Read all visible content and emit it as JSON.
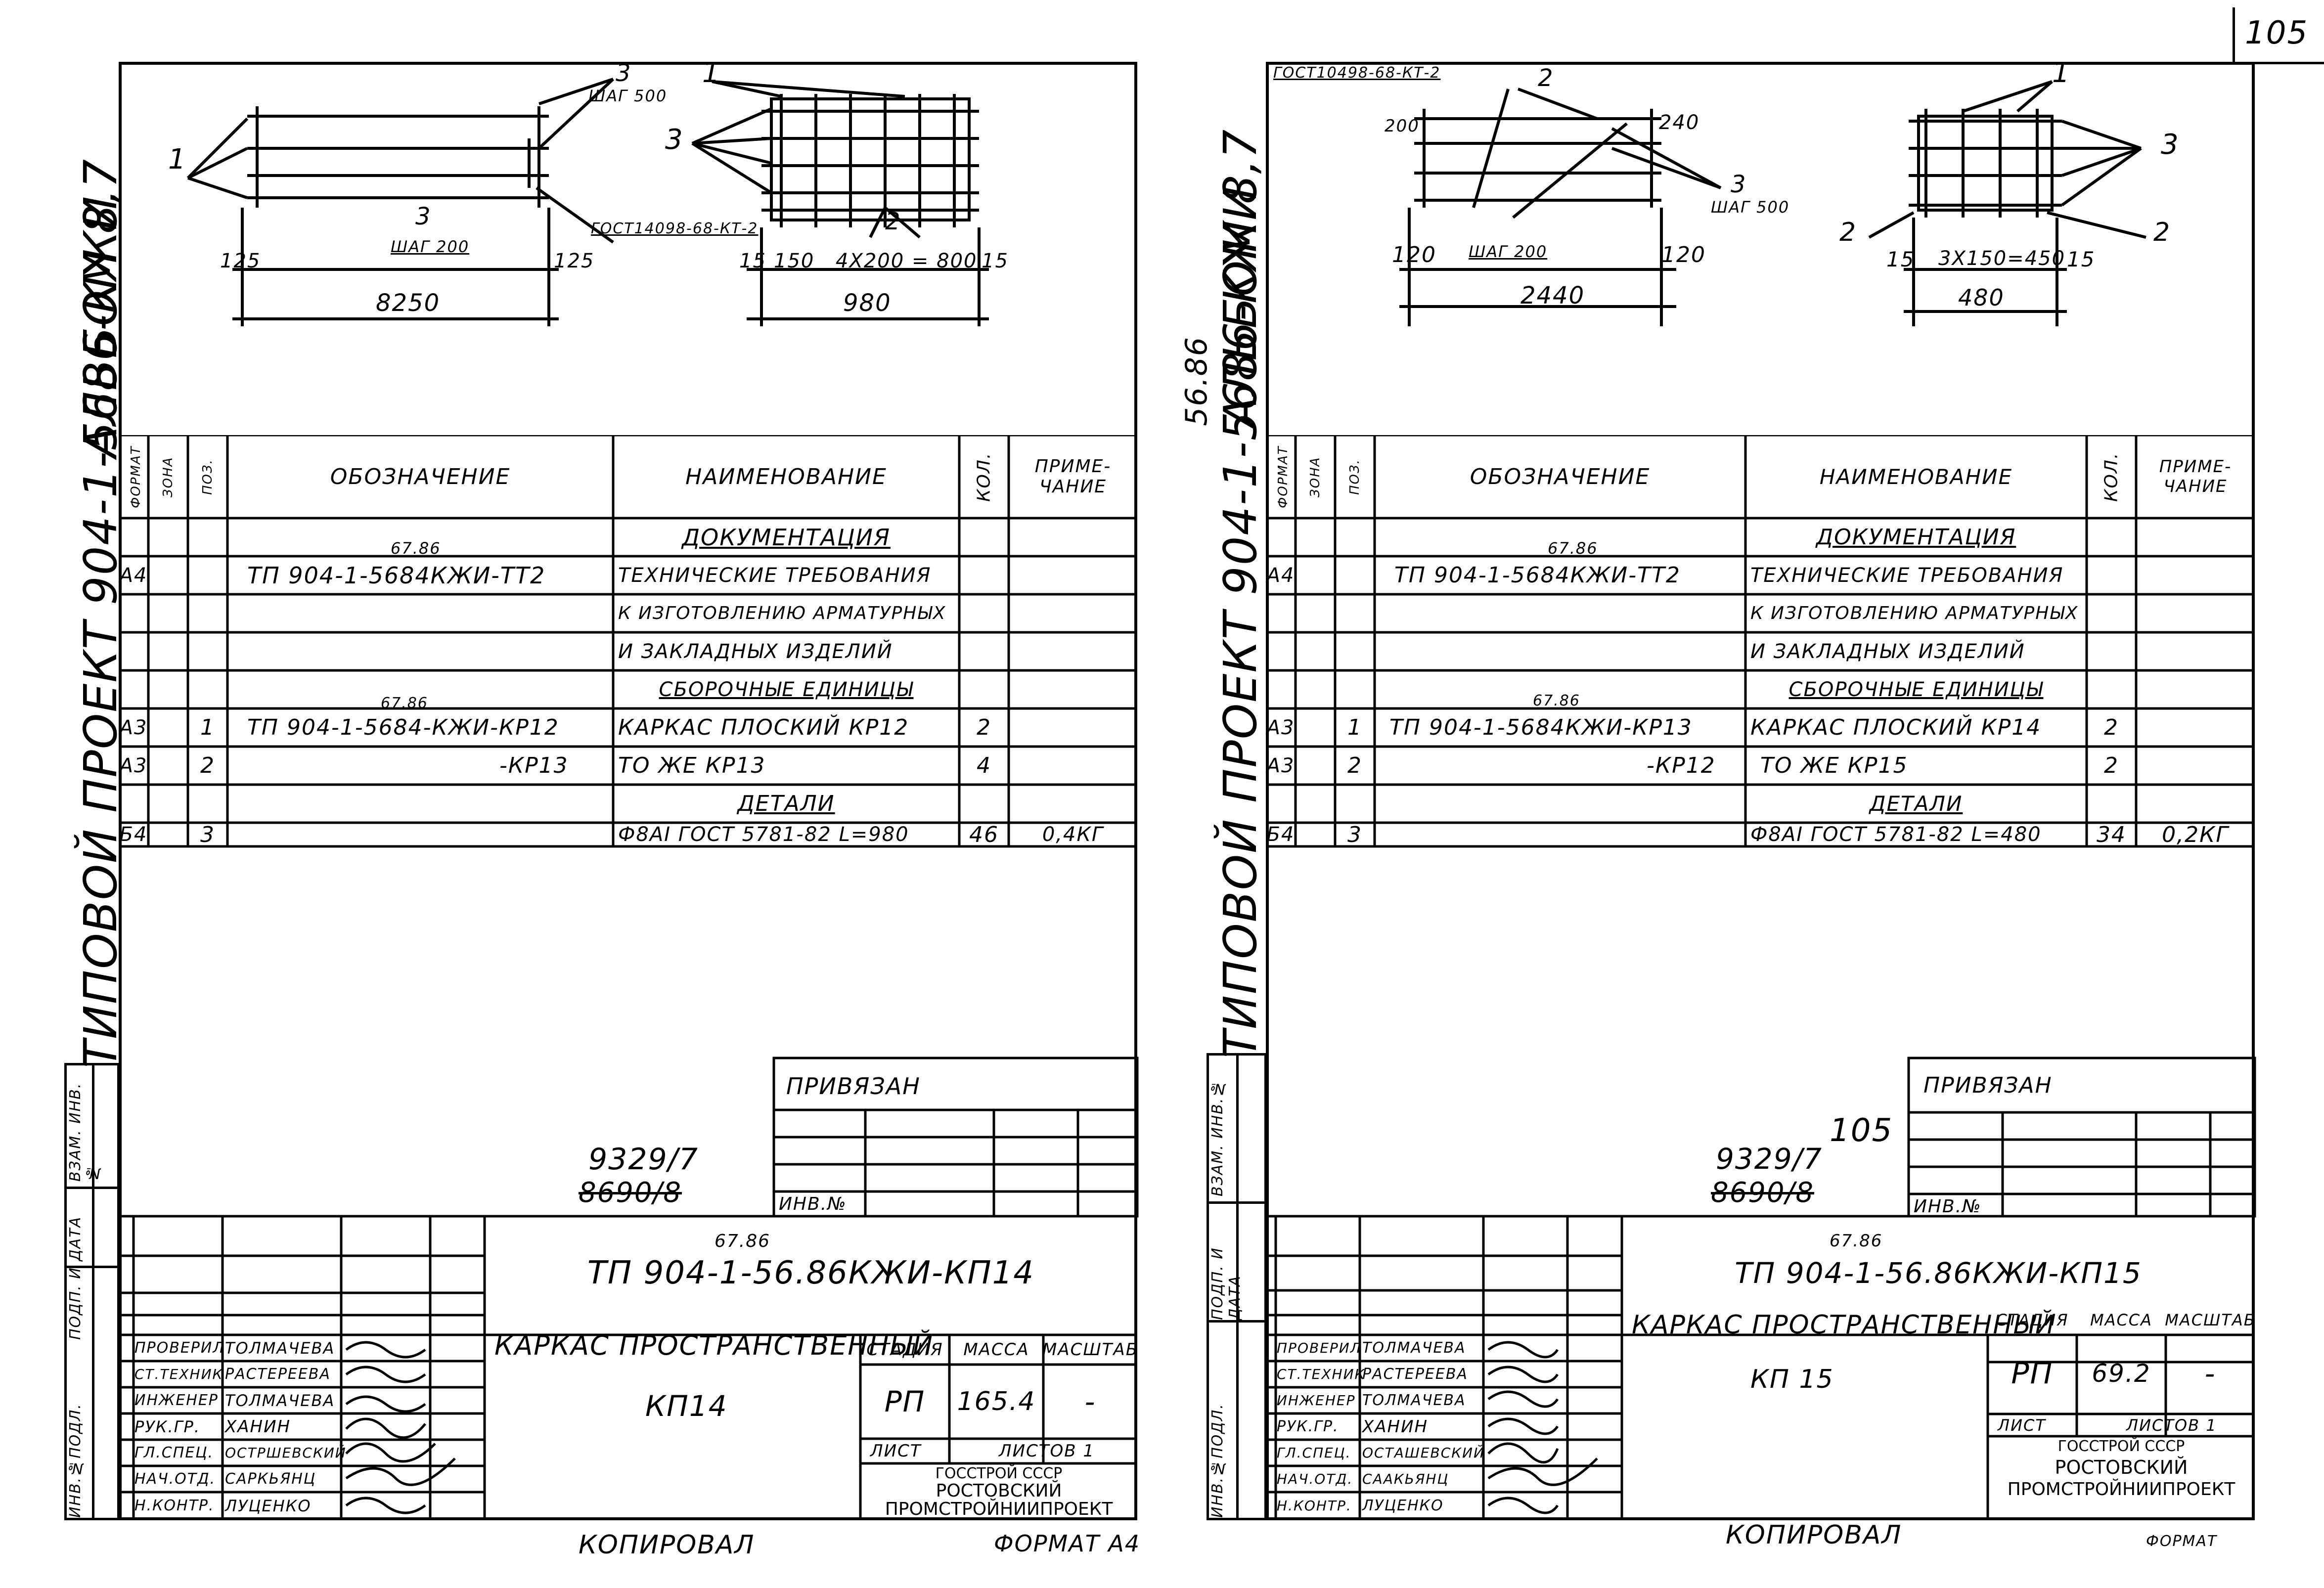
{
  "page_number": "105",
  "left": {
    "side_text": [
      "Типовой проект 904-1-5686-КЖИ",
      "Альбом 8,7"
    ],
    "side_text_correction": "",
    "drawing": {
      "callouts": [
        "1",
        "3",
        "3",
        "1",
        "3",
        "2"
      ],
      "step_500": "шаг 500",
      "step_200": "шаг 200",
      "gost_note": "ГОСТ14098-68-КТ-2",
      "dims_side": [
        "125",
        "125",
        "8250"
      ],
      "dims_front": [
        "15",
        "150",
        "4х200 = 800",
        "15",
        "980"
      ]
    },
    "spec": {
      "headers": {
        "format": "Формат",
        "zone": "Зона",
        "pos": "Поз.",
        "designation": "Обозначение",
        "name": "Наименование",
        "qty": "Кол.",
        "note": "Приме- чание"
      },
      "rows": [
        {
          "format": "",
          "zone": "",
          "pos": "",
          "designation": "",
          "name": "Документация",
          "qty": "",
          "note": "",
          "section": true
        },
        {
          "format": "А4",
          "zone": "",
          "pos": "",
          "designation": "ТП 904-1-5684КЖИ-ТТ2",
          "designation_fix": "67.86",
          "name": "Технические требования",
          "qty": "",
          "note": ""
        },
        {
          "format": "",
          "zone": "",
          "pos": "",
          "designation": "",
          "name": "к изготовлению арматурных",
          "qty": "",
          "note": ""
        },
        {
          "format": "",
          "zone": "",
          "pos": "",
          "designation": "",
          "name": "и закладных изделий",
          "qty": "",
          "note": ""
        },
        {
          "format": "",
          "zone": "",
          "pos": "",
          "designation": "",
          "name": "Сборочные единицы",
          "qty": "",
          "note": "",
          "section": true
        },
        {
          "format": "А3",
          "zone": "",
          "pos": "1",
          "designation": "ТП 904-1-5684-КЖИ-КР12",
          "designation_fix": "67.86",
          "name": "Каркас плоский КР12",
          "qty": "2",
          "note": ""
        },
        {
          "format": "А3",
          "zone": "",
          "pos": "2",
          "designation": "-КР13",
          "name": "То же КР13",
          "qty": "4",
          "note": ""
        },
        {
          "format": "",
          "zone": "",
          "pos": "",
          "designation": "",
          "name": "Детали",
          "qty": "",
          "note": "",
          "section": true
        },
        {
          "format": "Б4",
          "zone": "",
          "pos": "3",
          "designation": "",
          "name": "ф8АI ГОСТ 5781-82 l=980",
          "qty": "46",
          "note": "0,4кг"
        }
      ]
    },
    "linked": "Привязан",
    "inv_no": "Инв.№",
    "sheet_nums": {
      "current": "9329/7",
      "old": "8690/8",
      "extra": ""
    },
    "side_stamps": [
      "Взам. инв.№",
      "Подп. и дата",
      "Инв.№подл."
    ],
    "title_block": {
      "code": "ТП 904-1-56.86КЖИ-КП14",
      "code_fix": "67.86",
      "title": "Каркас пространственный",
      "title2": "КП14",
      "col_stage": "Стадия",
      "col_mass": "Масса",
      "col_scale": "Масштаб",
      "stage": "РП",
      "mass": "165.4",
      "scale": "-",
      "sheet_lbl": "Лист",
      "sheets_lbl": "Листов 1",
      "org1": "ГОССТРОЙ СССР",
      "org2": "РОСТОВСКИЙ",
      "org3": "ПРОМСТРОЙНИИПРОЕКТ",
      "people": [
        {
          "role": "Проверил",
          "name": "Толмачева"
        },
        {
          "role": "Ст.техник",
          "name": "Растереева"
        },
        {
          "role": "Инженер",
          "name": "Толмачева"
        },
        {
          "role": "Рук.гр.",
          "name": "Ханин"
        },
        {
          "role": "Гл.спец.",
          "name": "Остршевский"
        },
        {
          "role": "Нач.отд.",
          "name": "Саркьянц"
        },
        {
          "role": "Н.контр.",
          "name": "Луценко"
        }
      ]
    },
    "copied": "Копировал",
    "format": "Формат А4"
  },
  "right": {
    "side_text": [
      "Типовой проект 904-1-5686-КЖИ",
      "Альбом 8,7"
    ],
    "side_text_correction": "56.86",
    "drawing": {
      "callouts": [
        "2",
        "1",
        "3",
        "2",
        "2",
        "3"
      ],
      "step_500": "шаг 500",
      "step_200": "шаг 200",
      "gost_note": "ГОСТ10498-68-КТ-2",
      "dims_side": [
        "120",
        "120",
        "2440",
        "240",
        "200"
      ],
      "dims_front": [
        "15",
        "3х150=450",
        "15",
        "480"
      ]
    },
    "spec": {
      "headers": {
        "format": "Формат",
        "zone": "Зона",
        "pos": "Поз.",
        "designation": "Обозначение",
        "name": "Наименование",
        "qty": "Кол.",
        "note": "Приме- чание"
      },
      "rows": [
        {
          "format": "",
          "zone": "",
          "pos": "",
          "designation": "",
          "name": "Документация",
          "qty": "",
          "note": "",
          "section": true
        },
        {
          "format": "А4",
          "zone": "",
          "pos": "",
          "designation": "ТП 904-1-5684КЖИ-ТТ2",
          "designation_fix": "67.86",
          "name": "Технические требования",
          "qty": "",
          "note": ""
        },
        {
          "format": "",
          "zone": "",
          "pos": "",
          "designation": "",
          "name": "к изготовлению арматурных",
          "qty": "",
          "note": ""
        },
        {
          "format": "",
          "zone": "",
          "pos": "",
          "designation": "",
          "name": "и закладных изделий",
          "qty": "",
          "note": ""
        },
        {
          "format": "",
          "zone": "",
          "pos": "",
          "designation": "",
          "name": "Сборочные единицы",
          "qty": "",
          "note": "",
          "section": true
        },
        {
          "format": "А3",
          "zone": "",
          "pos": "1",
          "designation": "ТП 904-1-5684КЖИ-КР13",
          "designation_fix": "67.86",
          "name": "Каркас плоский КР14",
          "qty": "2",
          "note": ""
        },
        {
          "format": "А3",
          "zone": "",
          "pos": "2",
          "designation": "-КР12",
          "name": "То же КР15",
          "qty": "2",
          "note": ""
        },
        {
          "format": "",
          "zone": "",
          "pos": "",
          "designation": "",
          "name": "Детали",
          "qty": "",
          "note": "",
          "section": true
        },
        {
          "format": "Б4",
          "zone": "",
          "pos": "3",
          "designation": "",
          "name": "ф8АI ГОСТ 5781-82 l=480",
          "qty": "34",
          "note": "0,2кг"
        }
      ]
    },
    "linked": "Привязан",
    "inv_no": "Инв.№",
    "sheet_nums": {
      "current": "9329/7",
      "old": "8690/8",
      "extra": "105"
    },
    "side_stamps": [
      "Взам. инв.№",
      "Подп. и дата",
      "Инв.№подл."
    ],
    "title_block": {
      "code": "ТП 904-1-56.86КЖИ-КП15",
      "code_fix": "67.86",
      "title": "Каркас пространственный",
      "title2": "КП 15",
      "col_stage": "Стадия",
      "col_mass": "Масса",
      "col_scale": "Масштаб",
      "stage": "РП",
      "mass": "69.2",
      "scale": "-",
      "sheet_lbl": "Лист",
      "sheets_lbl": "Листов 1",
      "org1": "ГОССТРОЙ СССР",
      "org2": "РОСТОВСКИЙ",
      "org3": "ПРОМСТРОЙНИИПРОЕКТ",
      "people": [
        {
          "role": "Проверил",
          "name": "Толмачева"
        },
        {
          "role": "Ст.техник",
          "name": "Растереева"
        },
        {
          "role": "Инженер",
          "name": "Толмачева"
        },
        {
          "role": "Рук.гр.",
          "name": "Ханин"
        },
        {
          "role": "Гл.спец.",
          "name": "Осташевский"
        },
        {
          "role": "Нач.отд.",
          "name": "Саакьянц"
        },
        {
          "role": "Н.контр.",
          "name": "Луценко"
        }
      ]
    },
    "copied": "Копировал",
    "format": "Формат"
  }
}
